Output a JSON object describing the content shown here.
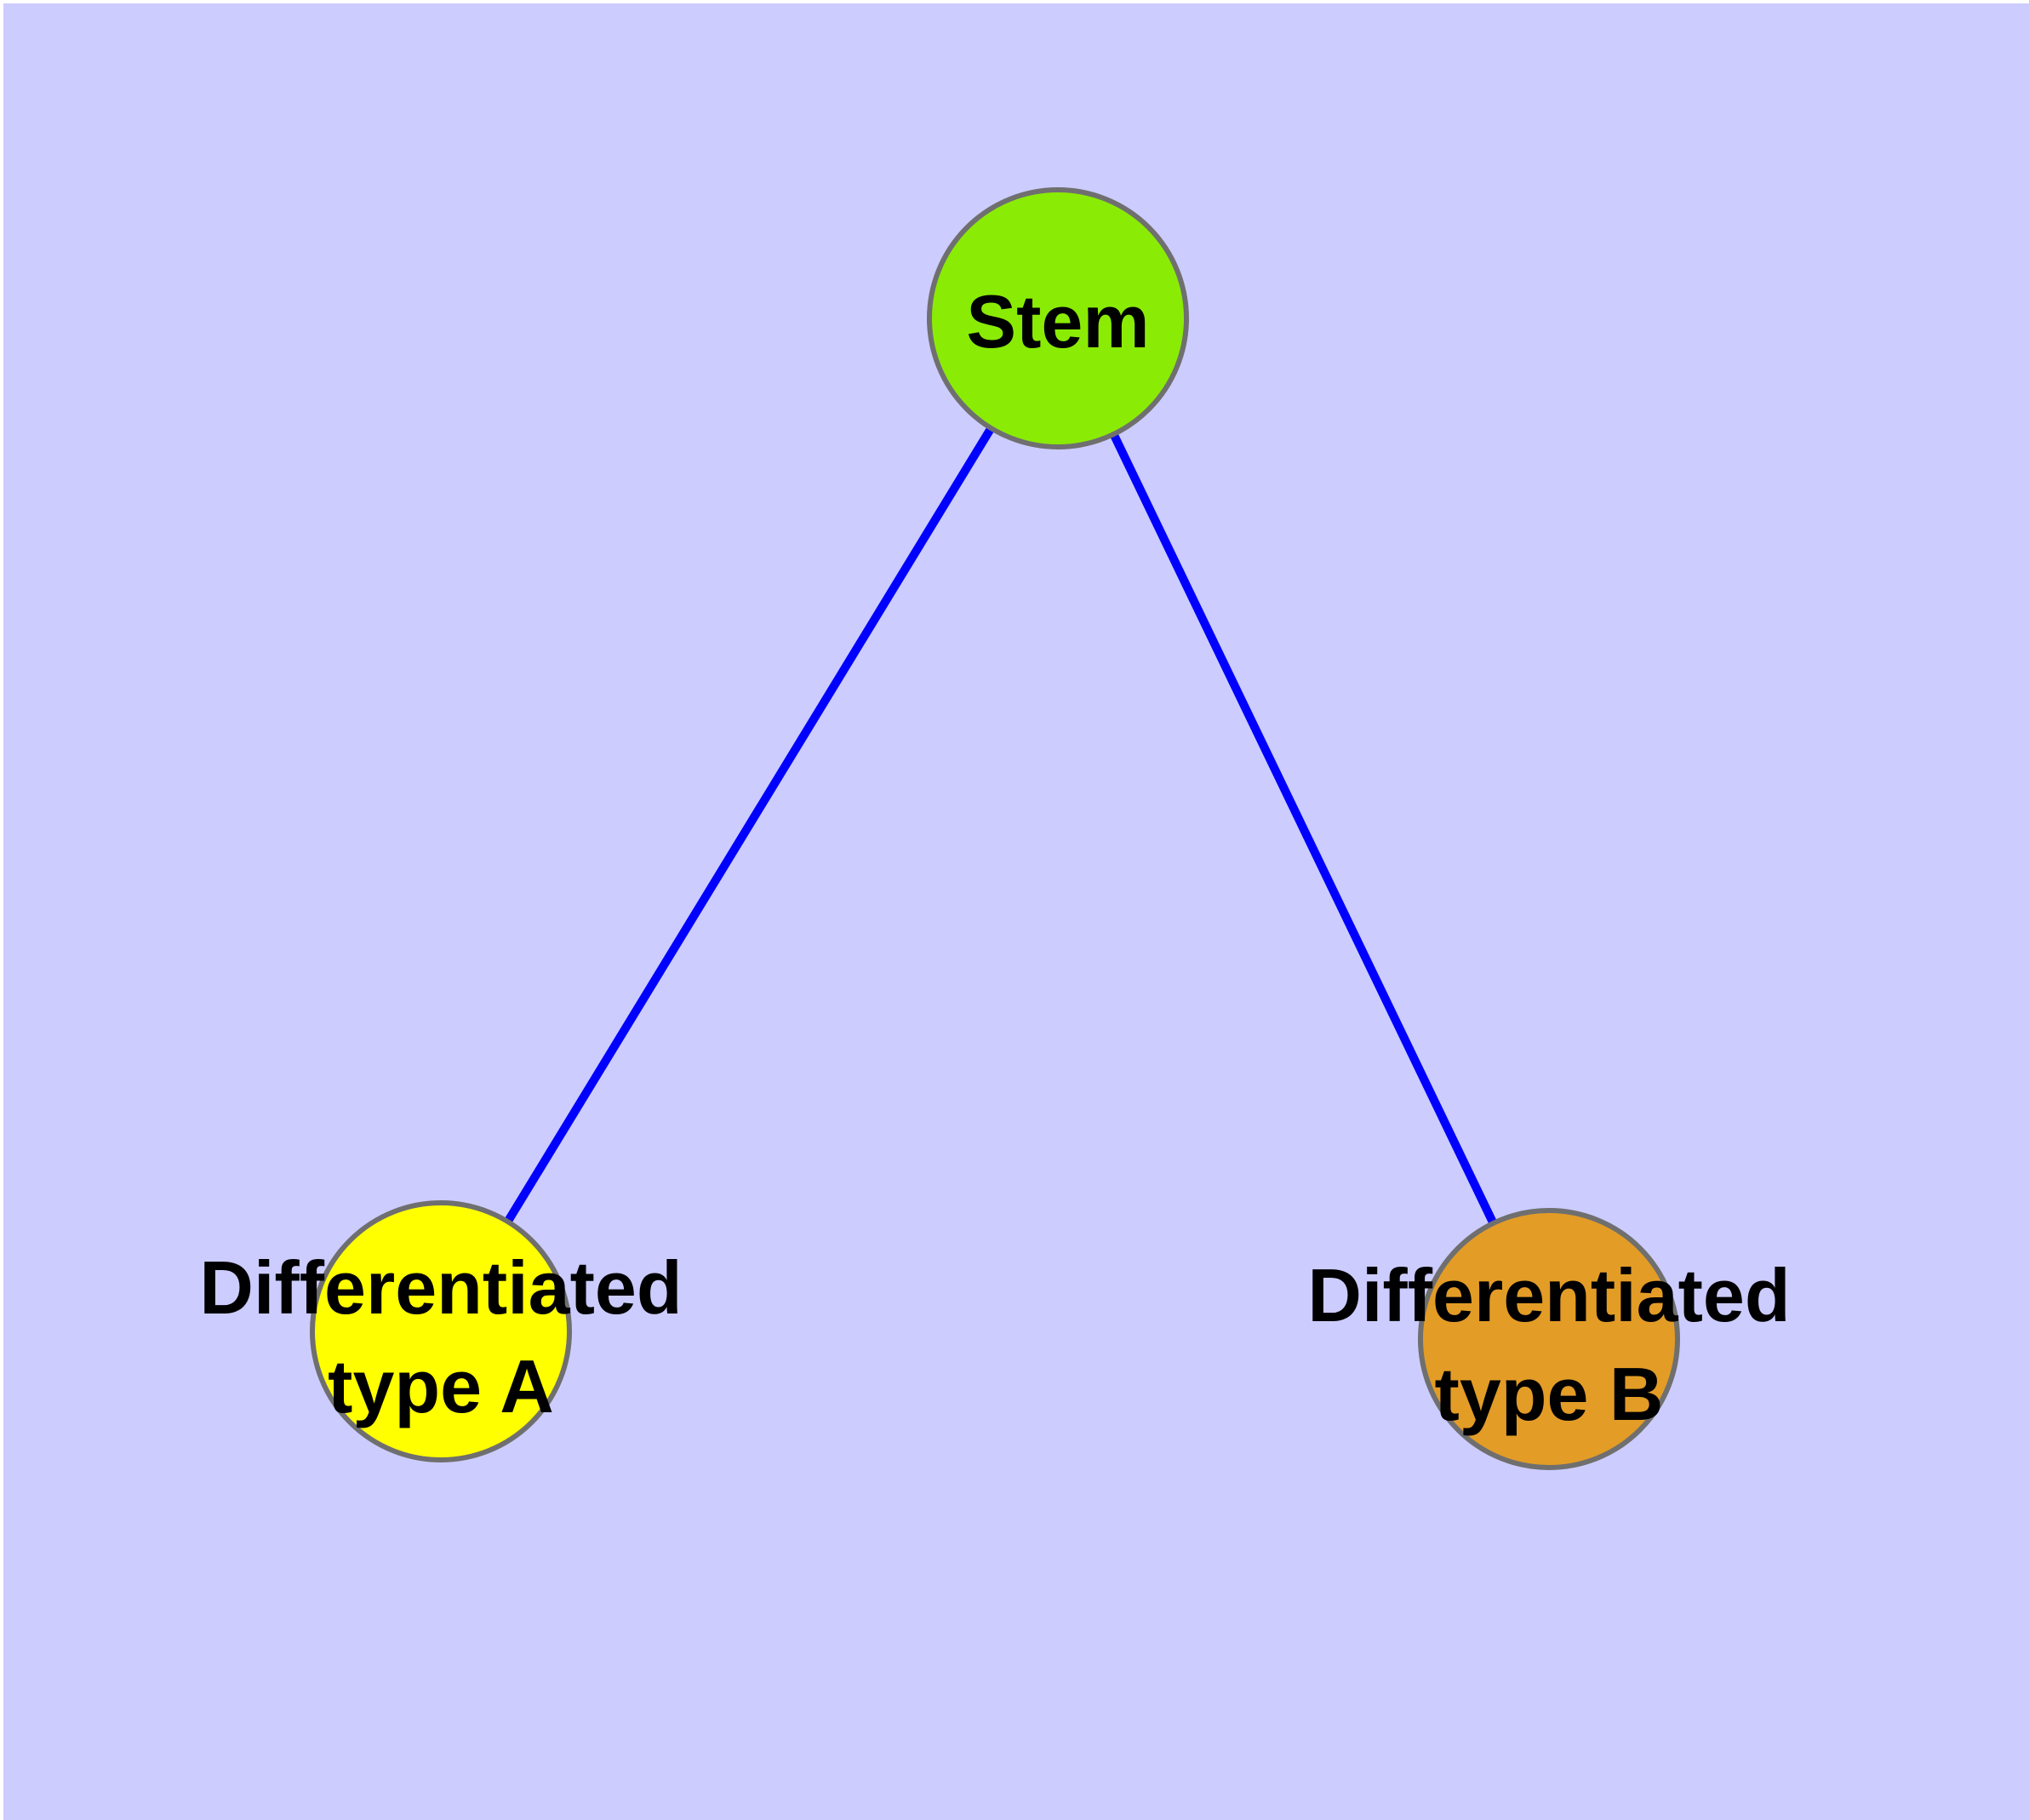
{
  "diagram": {
    "background_color": "#CCCCFF",
    "margin_color": "#FFFFFF",
    "edge_color": "#0000FF",
    "node_border_color": "#6F6F6F",
    "text_color": "#000000",
    "nodes": [
      {
        "id": "stem",
        "label": "Stem",
        "fill": "#8AEC05",
        "label_lines": [
          "Stem"
        ]
      },
      {
        "id": "differentiated-type-a",
        "label": "Differentiated type A",
        "fill": "#FFFF00",
        "label_lines": [
          "Differentiated",
          "type A"
        ]
      },
      {
        "id": "differentiated-type-b",
        "label": "Differentiated type B",
        "fill": "#E39C26",
        "label_lines": [
          "Differentiated",
          "type B"
        ]
      }
    ],
    "edges": [
      {
        "from": "stem",
        "to": "differentiated-type-a"
      },
      {
        "from": "stem",
        "to": "differentiated-type-b"
      }
    ]
  }
}
